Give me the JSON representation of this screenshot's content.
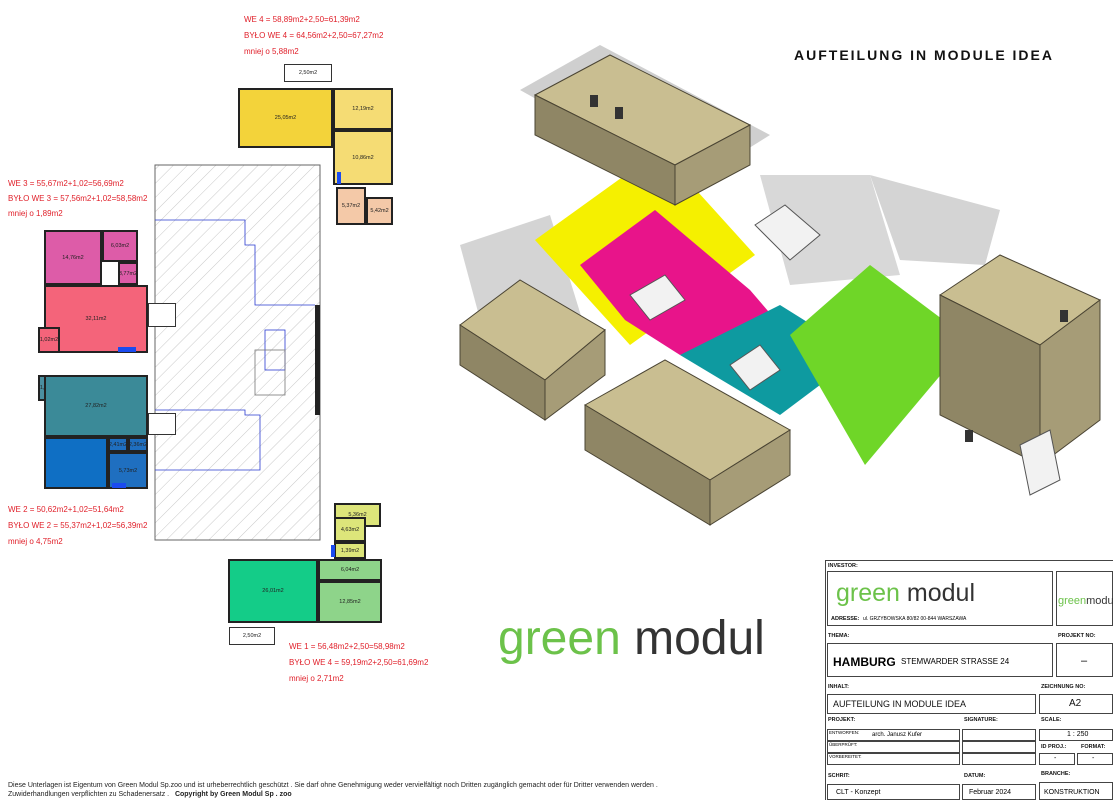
{
  "title": "AUFTEILUNG IN MODULE  IDEA",
  "units": {
    "we4": {
      "line1": "WE 4 = 58,89m2+2,50=61,39m2",
      "line2": "BYŁO WE 4 = 64,56m2+2,50=67,27m2",
      "line3": "mniej o  5,88m2"
    },
    "we3": {
      "line1": "WE 3 = 55,67m2+1,02=56,69m2",
      "line2": "BYŁO WE 3 = 57,56m2+1,02=58,58m2",
      "line3": "mniej o  1,89m2"
    },
    "we2": {
      "line1": "WE 2 = 50,62m2+1,02=51,64m2",
      "line2": "BYŁO WE 2 = 55,37m2+1,02=56,39m2",
      "line3": "mniej o  4,75m2"
    },
    "we1": {
      "line1": "WE 1 = 56,48m2+2,50=58,98m2",
      "line2": "BYŁO WE 4 = 59,19m2+2,50=61,69m2",
      "line3": "mniej o  2,71m2"
    }
  },
  "rooms": {
    "top_balcony": "2,50m2",
    "we4_living": "25,05m2",
    "we4_r1": "12,19m2",
    "we4_r2": "10,86m2",
    "we4_r3": "5,37m2",
    "we4_r4": "5,42m2",
    "we3_r1": "14,76m2",
    "we3_r2": "6,03m2",
    "we3_r3": "3,77m2",
    "we3_living": "32,11m2",
    "we3_r5": "1,02m2",
    "we2_r0": "1,02m2",
    "we2_living": "27,82m2",
    "we2_r2": "2,41m2",
    "we2_r3": "2,36m2",
    "we2_r4": "5,73m2",
    "we1_r1": "5,36m2",
    "we1_r2": "4,63m2",
    "we1_r3": "1,39m2",
    "we1_living": "26,01m2",
    "we1_r5": "6,04m2",
    "we1_r6": "12,85m2",
    "bottom_balcony": "2,50m2"
  },
  "logo": {
    "green": "green",
    "dark": "modul"
  },
  "titleblock": {
    "investor_label": "INVESTOR:",
    "address_label": "ADRESSE:",
    "address": "ul. GRZYBOWSKA 80/82    00-844 WARSZAWA",
    "thema_label": "THEMA:",
    "projekt_nr_label": "PROJEKT NO:",
    "projekt_nr": "–",
    "city": "HAMBURG",
    "street": "STEMWARDER STRASSE 24",
    "inhalt_label": "INHALT:",
    "zeichnung_label": "ZEICHNUNG NO:",
    "inhalt": "AUFTEILUNG IN MODULE   IDEA",
    "zeichnung": "A2",
    "projekt_label": "PROJEKT:",
    "signature_label": "SIGNATURE:",
    "scale_label": "SCALE:",
    "scale": "1 : 250",
    "entworfen_label": "ENTWORFEN:",
    "entworfen": "arch. Janusz Kufer",
    "uberpruft_label": "ÜBERPRÜFT:",
    "vorbereitet_label": "VORBEREITET:",
    "id_label": "ID PROJ.:",
    "format_label": "FORMAT:",
    "id_val": "-",
    "format_val": "-",
    "schrit_label": "SCHRIT:",
    "datum_label": "DATUM:",
    "branche_label": "BRANCHE:",
    "schrit": "CLT - Konzept",
    "datum": "Februar 2024",
    "branche": "KONSTRUKTION"
  },
  "footer": {
    "line1": "Diese Unterlagen ist Eigentum von Green Modul Sp.zoo und ist urheberrechtlich geschützt . Sie darf ohne Genehmigung weder vervielfältigt noch Dritten zugänglich gemacht oder für Dritter verwenden werden .",
    "line2": "Zuwiderhandlungen verpflichten zu Schadenersatz .",
    "copyright": "Copyright by Green Modul Sp . zoo"
  },
  "colors": {
    "yellow": "#f5e000",
    "magenta": "#e8148a",
    "teal": "#0e9aa0",
    "lime": "#6fd628",
    "wood": "#b8ad84"
  }
}
